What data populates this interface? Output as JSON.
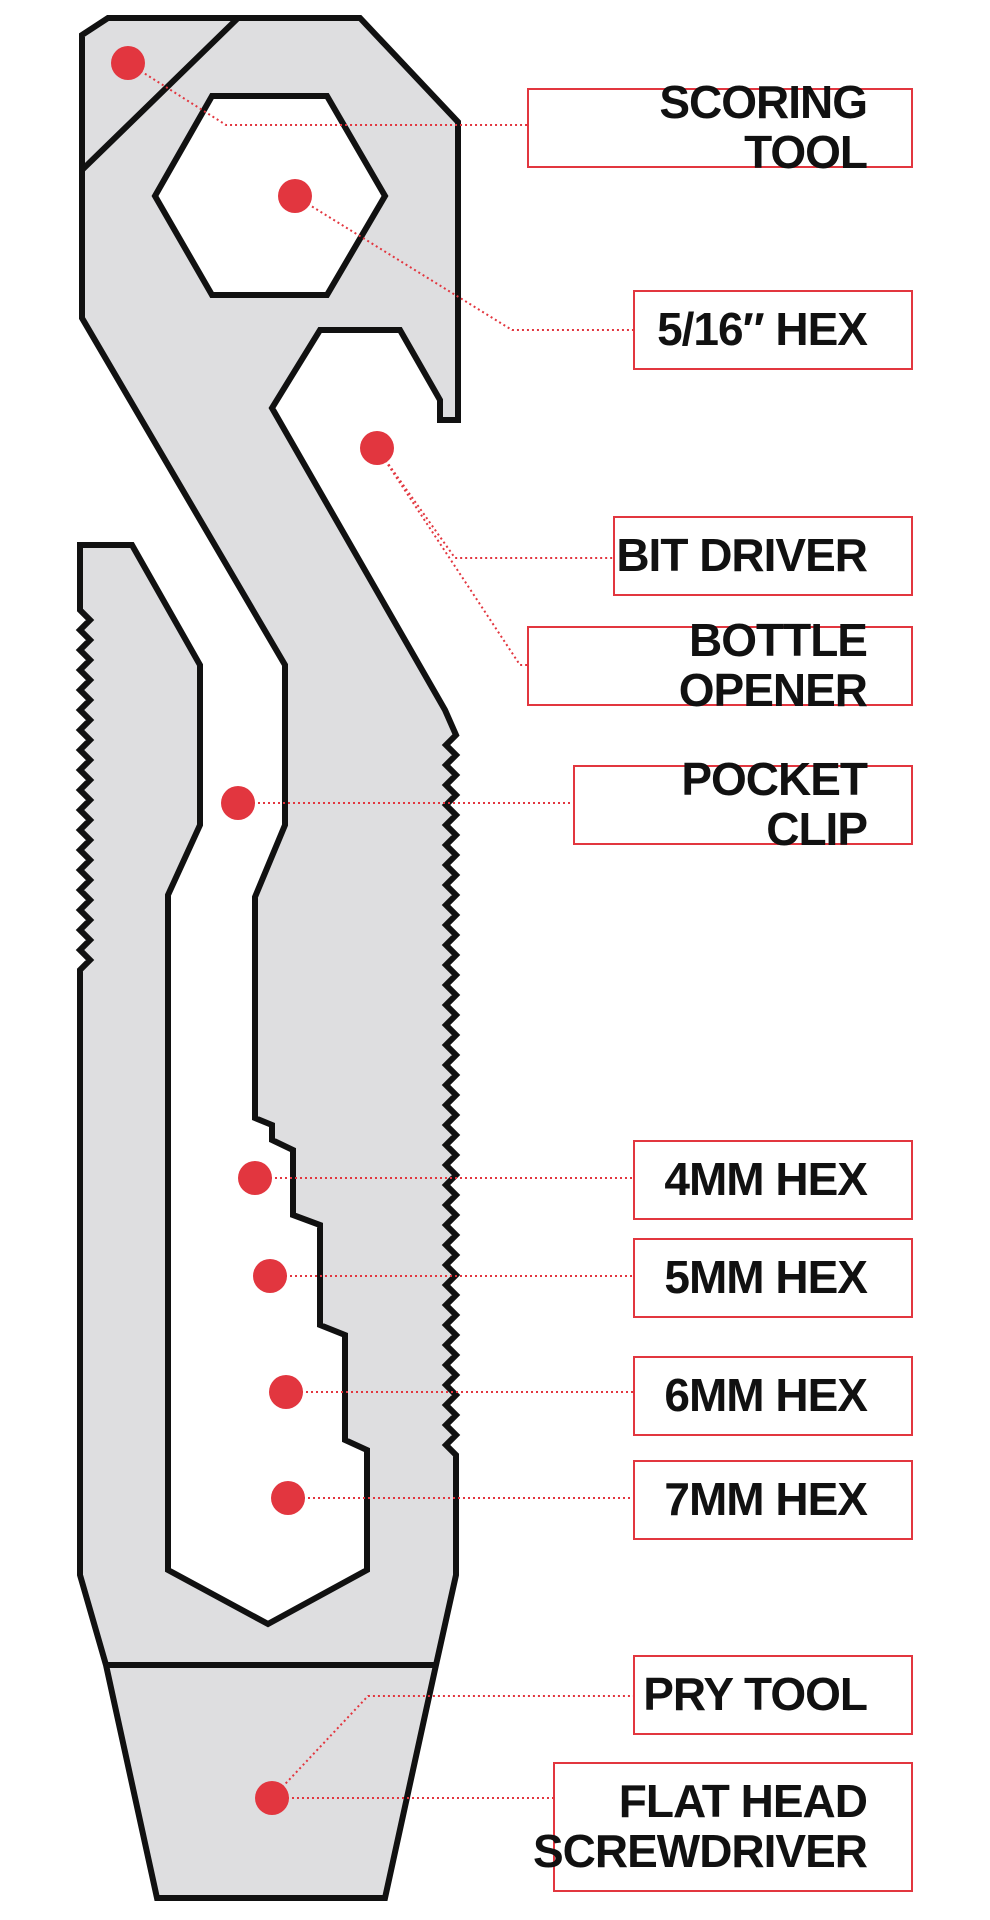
{
  "colors": {
    "accent": "#e2363f",
    "tool_fill": "#dedee0",
    "outline": "#111111",
    "background": "#ffffff"
  },
  "features": [
    {
      "id": "scoring-tool",
      "label": "SCORING TOOL"
    },
    {
      "id": "hex-5-16",
      "label": "5/16″ HEX"
    },
    {
      "id": "bit-driver",
      "label": "BIT DRIVER"
    },
    {
      "id": "bottle-opener",
      "label": "BOTTLE OPENER"
    },
    {
      "id": "pocket-clip",
      "label": "POCKET CLIP"
    },
    {
      "id": "hex-4mm",
      "label": "4MM HEX"
    },
    {
      "id": "hex-5mm",
      "label": "5MM HEX"
    },
    {
      "id": "hex-6mm",
      "label": "6MM HEX"
    },
    {
      "id": "hex-7mm",
      "label": "7MM HEX"
    },
    {
      "id": "pry-tool",
      "label": "PRY TOOL"
    },
    {
      "id": "flat-head-screwdriver",
      "label": "FLAT HEAD\nSCREWDRIVER"
    }
  ]
}
